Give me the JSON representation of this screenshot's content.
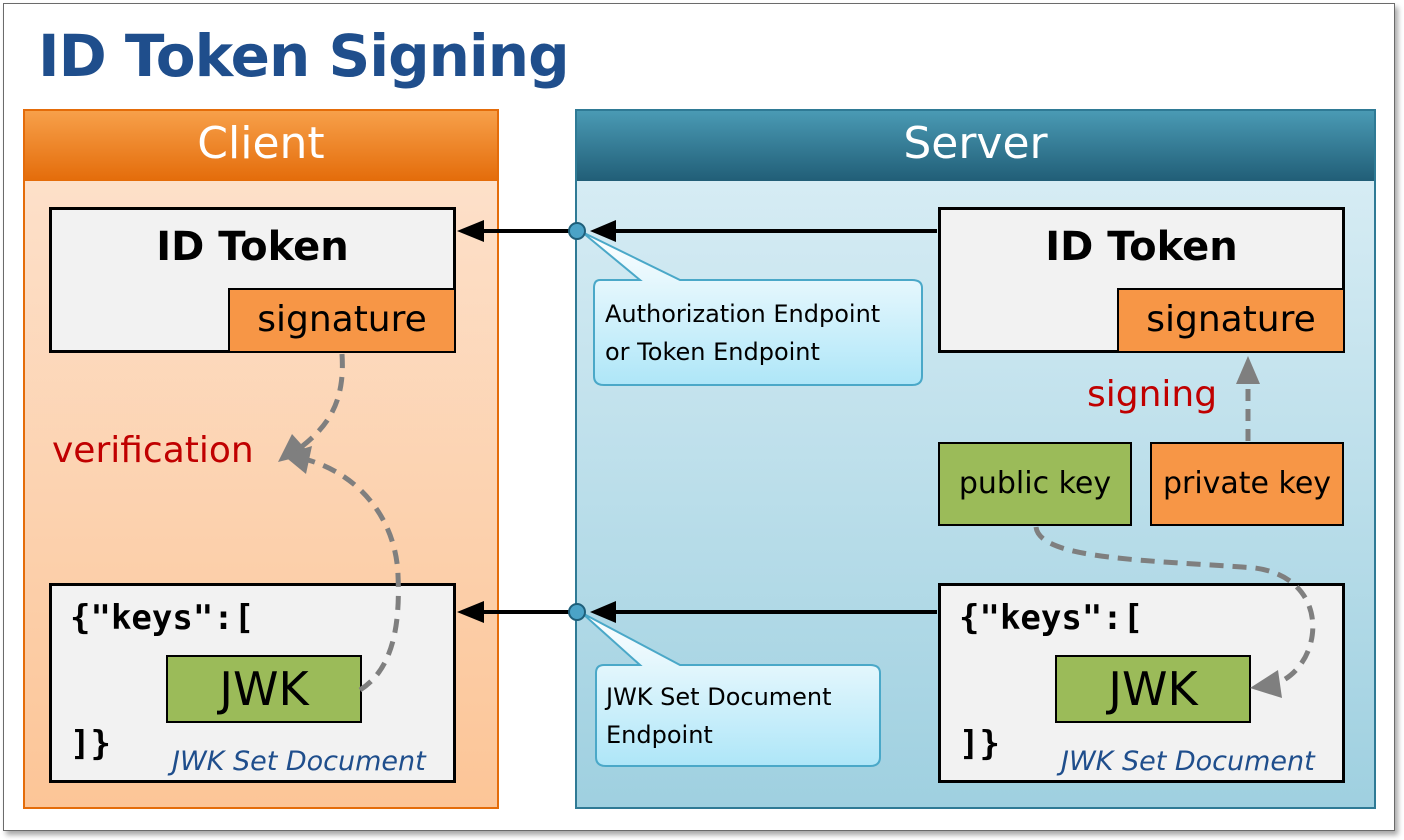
{
  "title": "ID Token Signing",
  "client": {
    "header": "Client",
    "id_token": {
      "title": "ID Token",
      "signature": "signature"
    },
    "verification_label": "verification",
    "jwk_set": {
      "open": "{\"keys\":[",
      "jwk": "JWK",
      "close": "]}",
      "label": "JWK Set Document"
    }
  },
  "server": {
    "header": "Server",
    "id_token": {
      "title": "ID Token",
      "signature": "signature"
    },
    "signing_label": "signing",
    "public_key": "public key",
    "private_key": "private key",
    "jwk_set": {
      "open": "{\"keys\":[",
      "jwk": "JWK",
      "close": "]}",
      "label": "JWK Set Document"
    }
  },
  "endpoints": {
    "authorization": [
      "Authorization Endpoint",
      "or Token Endpoint"
    ],
    "jwk_set": [
      "JWK Set Document",
      "Endpoint"
    ]
  },
  "colors": {
    "title": "#1f4e8c",
    "client": "#e46c0a",
    "server": "#215e77",
    "signature": "#f79646",
    "jwk": "#9bbb59",
    "label_red": "#c00000",
    "callout": "#bfeaf8"
  }
}
